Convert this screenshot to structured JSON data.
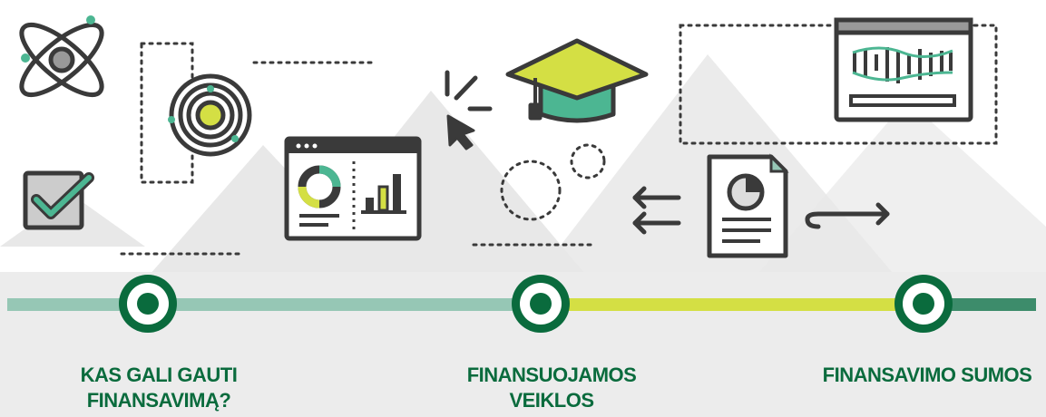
{
  "colors": {
    "dark_green": "#0a6b3d",
    "teal_green": "#3d8c6b",
    "light_teal": "#96c7b5",
    "lime": "#d4df44",
    "mint": "#4cb692",
    "outline": "#3a3a3a",
    "mountain": "#e6e6e6",
    "ground": "#ececec"
  },
  "icons": [
    "atom-icon",
    "checkbox-checked-icon",
    "target-orbit-icon",
    "dashboard-window-icon",
    "cursor-click-icon",
    "graduation-cap-icon",
    "document-pie-chart-icon",
    "arrow-left-icon",
    "hook-arrow-right-icon",
    "dna-chart-window-icon"
  ],
  "steps": [
    {
      "label_lines": [
        "KAS GALI GAUTI",
        "FINANSAVIMĄ?"
      ]
    },
    {
      "label_lines": [
        "FINANSUOJAMOS",
        "VEIKLOS"
      ]
    },
    {
      "label_lines": [
        "FINANSAVIMO SUMOS"
      ]
    }
  ]
}
